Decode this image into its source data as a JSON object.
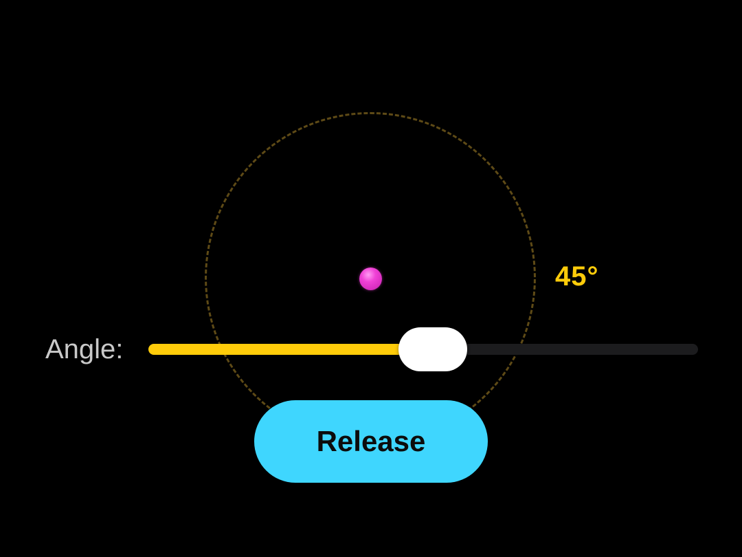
{
  "scene": {
    "ball_color": "#f041d6",
    "ring_color": "#5e4a16"
  },
  "angle": {
    "readout": "45°",
    "value_degrees": 45,
    "readout_color": "#ffcc0a"
  },
  "slider": {
    "label": "Angle:",
    "value_fraction": 0.52,
    "fill_color": "#ffcc0a",
    "track_color": "#1c1c1e",
    "thumb_color": "#ffffff"
  },
  "release_button": {
    "label": "Release",
    "color": "#3fd6fe"
  }
}
